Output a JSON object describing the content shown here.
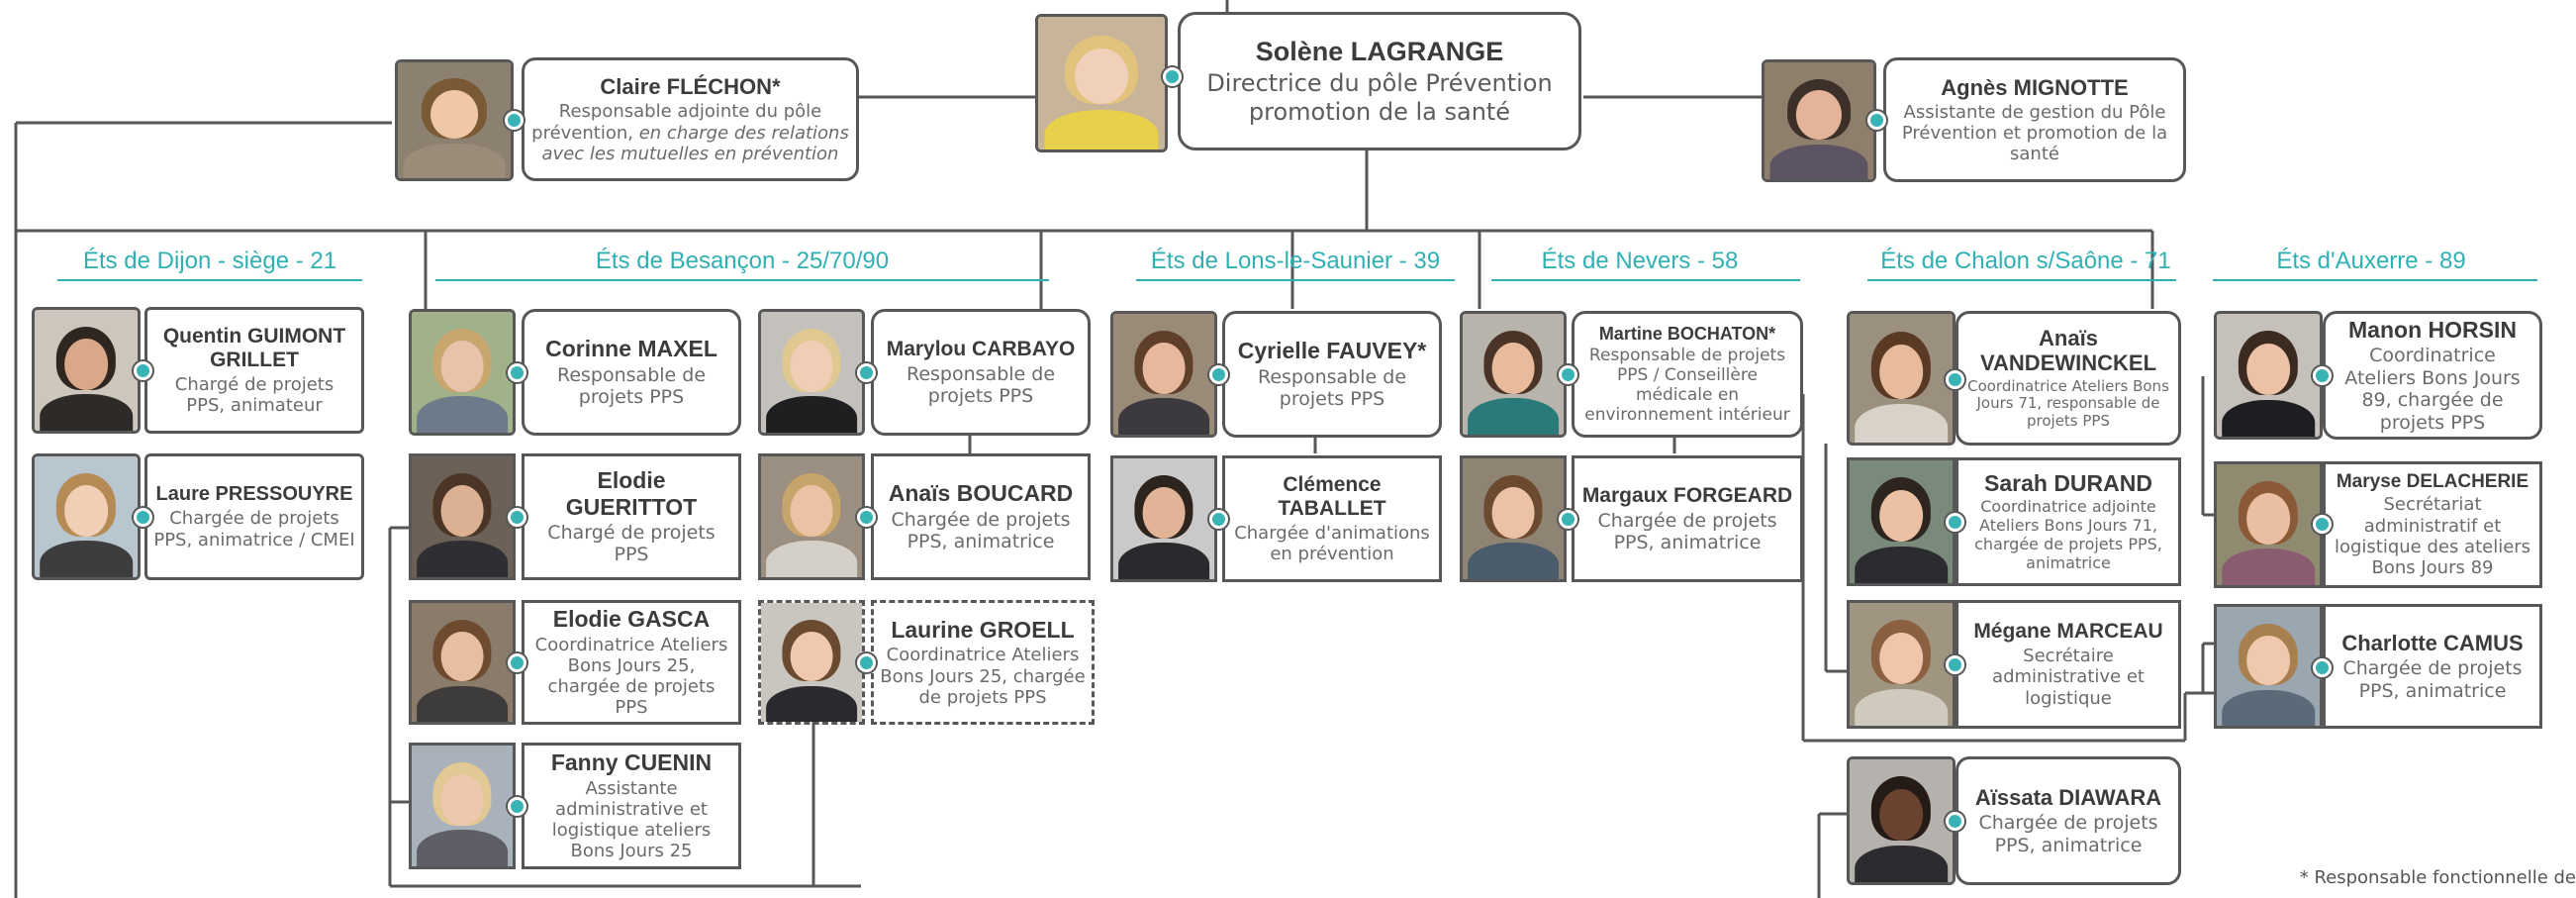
{
  "director": {
    "name": "Solène LAGRANGE",
    "role": "Directrice du pôle Prévention\npromotion de la santé"
  },
  "deputy": {
    "name": "Claire FLÉCHON*",
    "role_plain": "Responsable adjointe du pôle prévention,",
    "role_italic": "en charge des relations avec les mutuelles en prévention"
  },
  "assistant": {
    "name": "Agnès MIGNOTTE",
    "role": "Assistante de gestion du Pôle Prévention et promotion de la santé"
  },
  "sites": {
    "dijon": "Éts de Dijon - siège - 21",
    "besancon": "Éts de Besançon - 25/70/90",
    "lons": "Éts de Lons-le-Saunier - 39",
    "nevers": "Éts de Nevers - 58",
    "chalon": "Éts de Chalon s/Saône - 71",
    "auxerre": "Éts d'Auxerre - 89"
  },
  "people": {
    "quentin": {
      "name": "Quentin GUIMONT GRILLET",
      "role": "Chargé de projets PPS, animateur"
    },
    "laure": {
      "name": "Laure PRESSOUYRE",
      "role": "Chargée de projets PPS, animatrice / CMEI"
    },
    "corinne": {
      "name": "Corinne MAXEL",
      "role": "Responsable de projets PPS"
    },
    "elodieg": {
      "name": "Elodie GUERITTOT",
      "role": "Chargé de projets PPS"
    },
    "elodiegasca": {
      "name": "Elodie GASCA",
      "role": "Coordinatrice Ateliers Bons Jours 25, chargée de projets PPS"
    },
    "fanny": {
      "name": "Fanny CUENIN",
      "role": "Assistante administrative et logistique ateliers Bons Jours 25"
    },
    "marylou": {
      "name": "Marylou CARBAYO",
      "role": "Responsable de projets PPS"
    },
    "anaisb": {
      "name": "Anaïs BOUCARD",
      "role": "Chargée de projets PPS, animatrice"
    },
    "laurine": {
      "name": "Laurine GROELL",
      "role": "Coordinatrice Ateliers Bons Jours 25, chargée de projets PPS"
    },
    "cyrielle": {
      "name": "Cyrielle FAUVEY*",
      "role": "Responsable de projets PPS"
    },
    "clemence": {
      "name": "Clémence TABALLET",
      "role": "Chargée d'animations en prévention"
    },
    "martine": {
      "name": "Martine BOCHATON*",
      "role": "Responsable de projets PPS / Conseillère médicale en environnement intérieur"
    },
    "margaux": {
      "name": "Margaux FORGEARD",
      "role": "Chargée de projets PPS, animatrice"
    },
    "anaisv": {
      "name": "Anaïs VANDEWINCKEL",
      "role": "Coordinatrice Ateliers Bons Jours 71, responsable de projets PPS"
    },
    "sarah": {
      "name": "Sarah DURAND",
      "role": "Coordinatrice adjointe Ateliers Bons Jours 71, chargée de projets PPS, animatrice"
    },
    "megane": {
      "name": "Mégane MARCEAU",
      "role": "Secrétaire administrative et logistique"
    },
    "aissata": {
      "name": "Aïssata DIAWARA",
      "role": "Chargée de projets PPS, animatrice"
    },
    "manon": {
      "name": "Manon HORSIN",
      "role": "Coordinatrice Ateliers Bons Jours 89, chargée de projets PPS"
    },
    "maryse": {
      "name": "Maryse DELACHERIE",
      "role": "Secrétariat administratif et logistique des ateliers Bons Jours 89"
    },
    "charlotte": {
      "name": "Charlotte CAMUS",
      "role": "Chargée de projets PPS, animatrice"
    }
  },
  "footnote": "* Responsable fonctionnelle de",
  "colors": {
    "accent": "#31b0b4",
    "border": "#575757",
    "text": "#6b6b6b"
  }
}
